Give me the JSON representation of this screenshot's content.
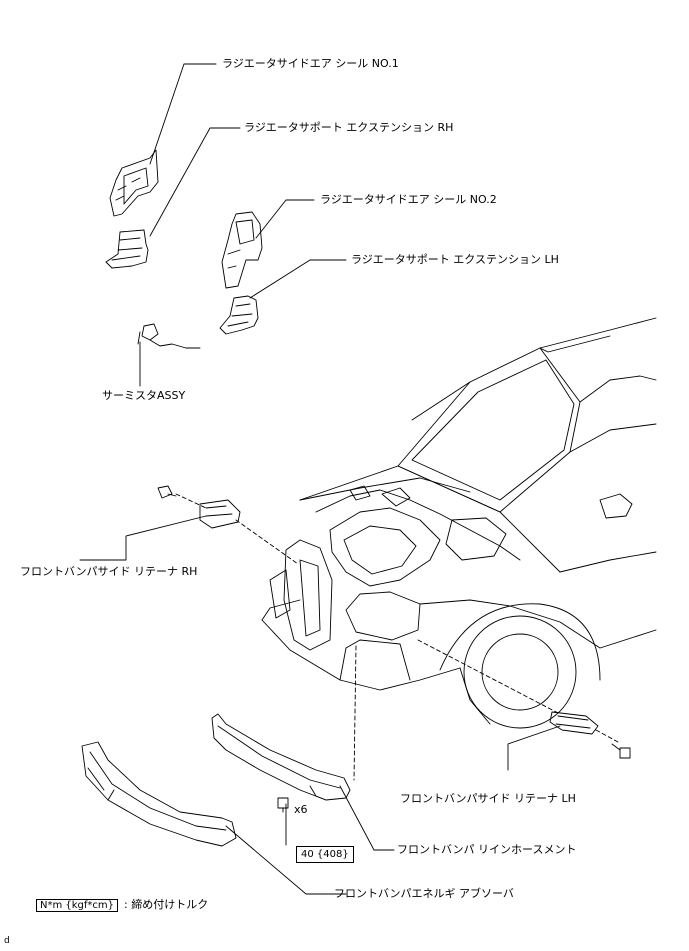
{
  "labels": {
    "air_seal_no1": "ラジエータサイドエア シール NO.1",
    "support_ext_rh": "ラジエータサポート エクステンション RH",
    "air_seal_no2": "ラジエータサイドエア シール NO.2",
    "support_ext_lh": "ラジエータサポート エクステンション LH",
    "thermistor": "サーミスタASSY",
    "retainer_rh": "フロントバンパサイド リテーナ RH",
    "retainer_lh": "フロントバンパサイド リテーナ LH",
    "reinforcement": "フロントバンパ リインホースメント",
    "energy_absorber": "フロントバンパエネルギ アブソーバ"
  },
  "fastener": {
    "count": "x6",
    "torque": "40 {408}"
  },
  "legend": {
    "unit": "N*m {kgf*cm}",
    "description": ": 締め付けトルク"
  },
  "corner_mark": "d"
}
